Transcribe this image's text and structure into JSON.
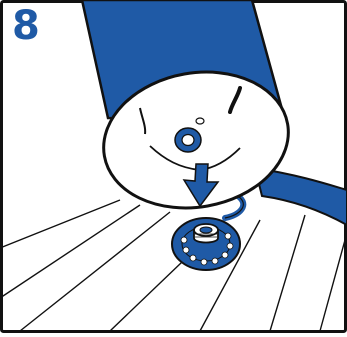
{
  "step": {
    "number": "8"
  },
  "colors": {
    "brand_blue": "#1f5aa6",
    "outline": "#111111",
    "background": "#ffffff"
  },
  "illustration": {
    "icons": [
      "cylinder-base",
      "insertion-arrow",
      "drain-fitting",
      "hose",
      "floor-planks"
    ]
  }
}
